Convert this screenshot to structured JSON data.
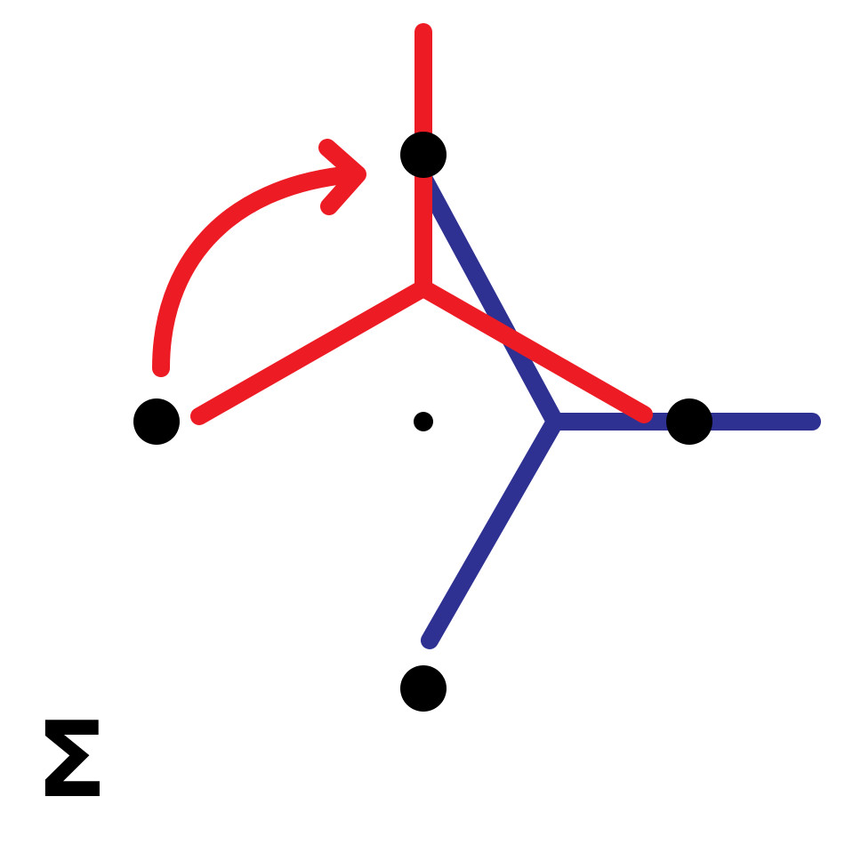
{
  "diagram": {
    "label": "Σ",
    "colors": {
      "red": "#ed1c24",
      "blue": "#2e3192",
      "node": "#000000"
    },
    "elements": [
      "red-vertical-edge",
      "red-left-edge",
      "red-right-edge",
      "blue-upper-edge",
      "blue-lower-edge",
      "blue-right-edge",
      "curved-arrow",
      "top-node",
      "left-node",
      "right-node",
      "bottom-node",
      "center-point"
    ]
  }
}
